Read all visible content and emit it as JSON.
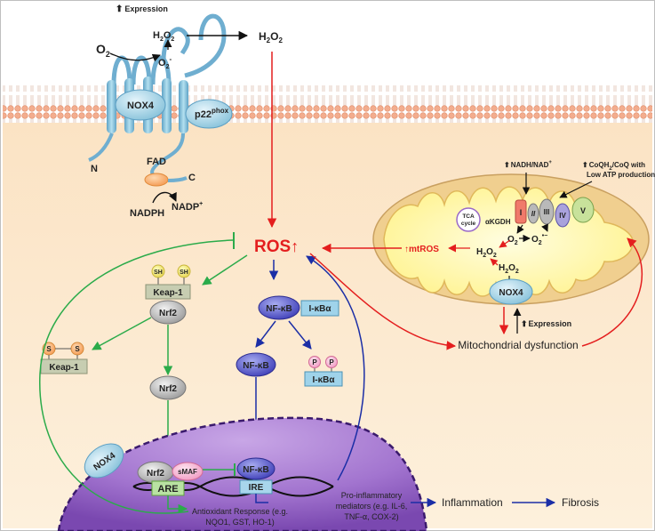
{
  "colors": {
    "membrane": "#f3ad8e",
    "cytoplasm": "#fcebd3",
    "nucleus": "#6e3ea6",
    "mitochondria_outer": "#f0cf8f",
    "mitochondria_inner": "#fff9b4",
    "activation_red": "#e41e1e",
    "antioxidant_green": "#2bab4a",
    "inflammation_blue": "#1b2ea6",
    "nox4_blue": "#8ec7de"
  },
  "membrane_top": {
    "expression_label": "Expression",
    "o2_label": "O",
    "o2_sub": "2",
    "superoxide_label": "O",
    "superoxide_sub": "2",
    "superoxide_sup": "-",
    "h2o2_inner_label": "H",
    "h2o2_inner_sub1": "2",
    "h2o2_inner_o": "O",
    "h2o2_inner_sub2": "2",
    "h2o2_outer_label": "H",
    "h2o2_outer_sub1": "2",
    "h2o2_outer_o": "O",
    "h2o2_outer_sub2": "2",
    "nox4_label": "NOX4",
    "p22_label": "p22",
    "p22_sup": "phox",
    "fad_label": "FAD",
    "n_term": "N",
    "c_term": "C",
    "nadph_label": "NADPH",
    "nadp_label": "NADP",
    "nadp_sup": "+"
  },
  "ros": {
    "label": "ROS",
    "arrow": "↑"
  },
  "keap_pathway": {
    "sh1": "SH",
    "sh2": "SH",
    "keap1_label": "Keap-1",
    "nrf2_bound": "Nrf2",
    "s1": "S",
    "s2": "S",
    "keap1_oxidized": "Keap-1",
    "nrf2_free": "Nrf2"
  },
  "nfkb_pathway": {
    "nfkb_bound": "NF-κB",
    "ikba_bound": "I-κBα",
    "nfkb_free": "NF-κB",
    "p1": "P",
    "p2": "P",
    "ikba_p": "I-κBα"
  },
  "mito": {
    "nadh_label": "NADH/NAD",
    "nadh_sup": "+",
    "coq_label1": "CoQH",
    "coq_sub": "2",
    "coq_label2": "/CoQ with",
    "coq_label3": "Low ATP production",
    "complex_I": "I",
    "complex_II": "II",
    "complex_III": "III",
    "complex_IV": "IV",
    "complex_V": "V",
    "tca1": "TCA",
    "tca2": "cycle",
    "akgdh": "αKGDH",
    "o2_label": "O",
    "o2_sub": "2",
    "o2_rad": "O",
    "o2_rad_sub": "2",
    "o2_rad_sup": "•−",
    "h2o2_label": "H",
    "h2o2_sub1": "2",
    "h2o2_o": "O",
    "h2o2_sub2": "2",
    "h2o2_2_label": "H",
    "h2o2_2_sub1": "2",
    "h2o2_2_o": "O",
    "h2o2_2_sub2": "2",
    "mtros_arrow": "↑",
    "mtros_label": "mtROS",
    "nox4_label": "NOX4",
    "expression_label": "Expression",
    "dysfunction_label": "Mitochondrial dysfunction"
  },
  "nucleus": {
    "nox4_label": "NOX4",
    "nrf2_label": "Nrf2",
    "smaf_label": "sMAF",
    "are_label": "ARE",
    "nfkb_label": "NF-κB",
    "ire_label": "IRE",
    "antioxidant_line1": "Antioxidant Response (e.g.",
    "antioxidant_line2": "NQO1, GST, HO-1)",
    "proinflam_line1": "Pro-inflammatory",
    "proinflam_line2": "mediators (e.g. IL-6,",
    "proinflam_line3": "TNF-α, COX-2)"
  },
  "outcomes": {
    "inflammation": "Inflammation",
    "fibrosis": "Fibrosis"
  }
}
